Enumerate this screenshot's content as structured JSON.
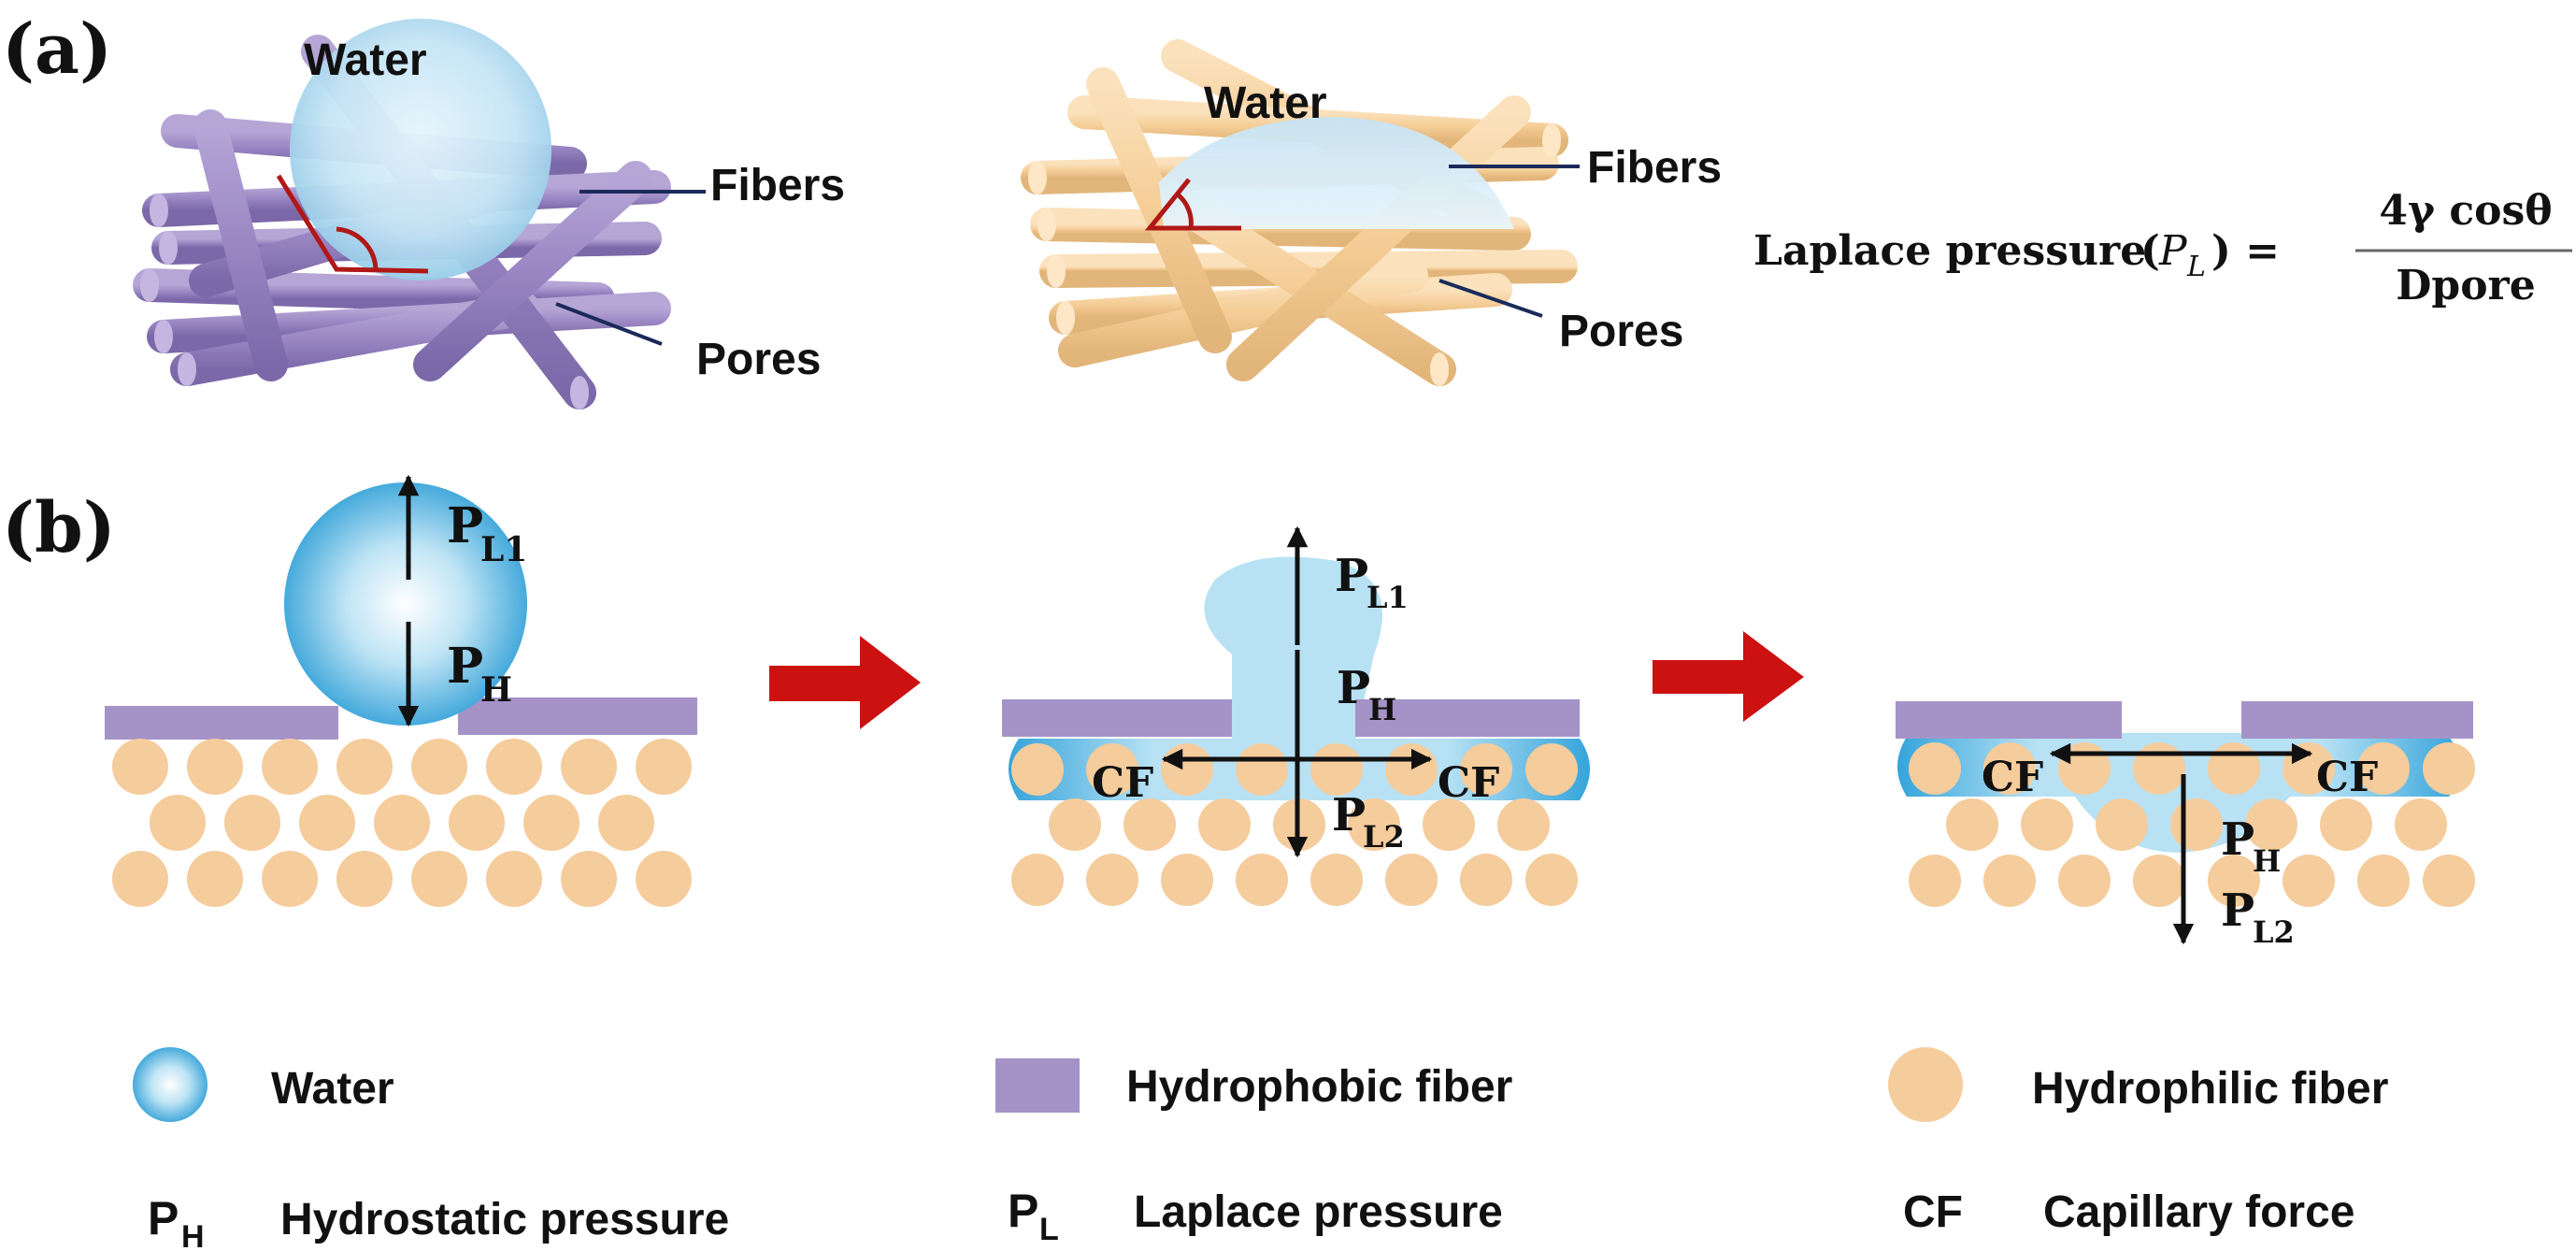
{
  "panel_a": {
    "label": "(a)",
    "left": {
      "water": "Water",
      "fibers": "Fibers",
      "pores": "Pores"
    },
    "right": {
      "water": "Water",
      "fibers": "Fibers",
      "pores": "Pores"
    },
    "formula": {
      "lhs": "Laplace pressure",
      "symbol": "P",
      "subscript": "L",
      "numerator": "4γ cosθ",
      "denominator": "Dpore"
    }
  },
  "panel_b": {
    "label": "(b)",
    "stage1": {
      "pl": "P",
      "pl_sub": "L1",
      "ph": "P",
      "ph_sub": "H"
    },
    "stage2": {
      "pl": "P",
      "pl_sub": "L1",
      "ph": "P",
      "ph_sub": "H",
      "cf_left": "CF",
      "cf_right": "CF",
      "pl2": "P",
      "pl2_sub": "L2"
    },
    "stage3": {
      "cf_left": "CF",
      "cf_right": "CF",
      "ph": "P",
      "ph_sub": "H",
      "pl2": "P",
      "pl2_sub": "L2"
    }
  },
  "legend": {
    "water": "Water",
    "hydrophobic": "Hydrophobic fiber",
    "hydrophilic": "Hydrophilic fiber",
    "ph_symbol": "P",
    "ph_sub": "H",
    "ph_text": "Hydrostatic pressure",
    "pl_symbol": "P",
    "pl_sub": "L",
    "pl_text": "Laplace pressure",
    "cf_symbol": "CF",
    "cf_text": "Capillary force"
  },
  "colors": {
    "hydrophobic_fiber": "#a593c8",
    "hydrophilic_fiber": "#f5cc9c",
    "water_light": "#d8eef8",
    "water_dark": "#3aa6d6",
    "arrow_red": "#cc1111",
    "angle_red": "#b01818",
    "leader_line": "#1a2a5a"
  }
}
